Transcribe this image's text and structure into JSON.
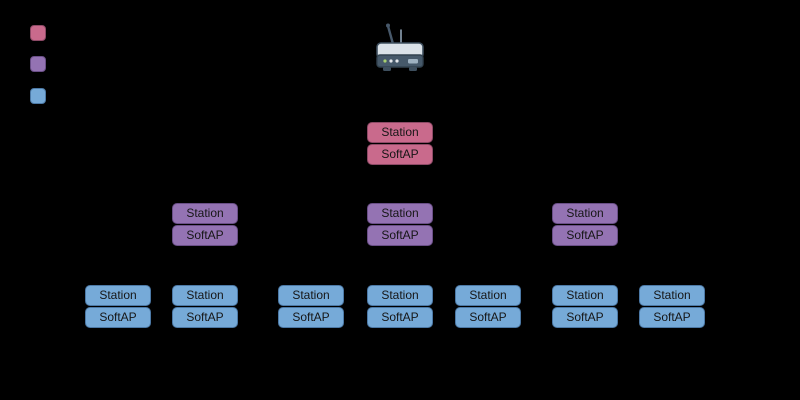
{
  "diagram": {
    "kind": "wifi-mesh-topology",
    "labels": {
      "station": "Station",
      "softap": "SoftAP"
    },
    "colors": {
      "root": "#c96a8c",
      "root-border": "#8d4a66",
      "parent": "#9473b3",
      "parent-border": "#6a4f87",
      "leaf": "#76aad8",
      "leaf-border": "#4c79a6",
      "background": "#000000"
    },
    "legend": {
      "items": [
        {
          "key": "root"
        },
        {
          "key": "parent"
        },
        {
          "key": "leaf"
        }
      ]
    },
    "router_icon": "wifi-router-icon",
    "tiers": {
      "root_count": 1,
      "parent_count": 3,
      "leaf_count": 7
    }
  }
}
